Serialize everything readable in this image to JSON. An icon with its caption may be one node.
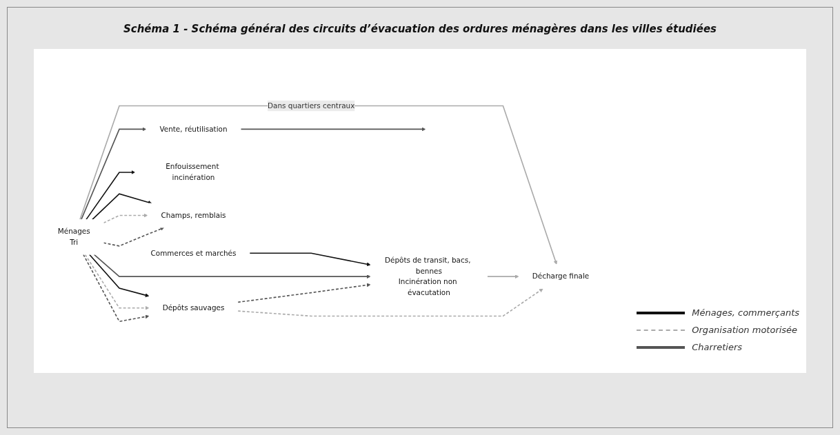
{
  "diagram": {
    "title": "Schéma 1 - Schéma général des circuits d’évacuation des ordures ménagères dans les villes étudiées",
    "nodes": [
      {
        "text": [
          "Commerces et marchés"
        ]
      },
      {
        "text": [
          "Ménages",
          "Tri"
        ]
      },
      {
        "text": [
          "Vente, réutilisation"
        ]
      },
      {
        "text": [
          "Enfouissement incinération"
        ]
      },
      {
        "text": [
          "Dépôts de transit, bacs, bennes",
          "Incinération non évacutation"
        ]
      },
      {
        "text": [
          "Champs, remblais"
        ]
      },
      {
        "text": [
          "Dépôts sauvages"
        ]
      },
      {
        "text": [
          "Décharge finale"
        ]
      }
    ],
    "edges": [
      {
        "from": 0,
        "to": 4,
        "arrow": "to",
        "color": "#111111"
      },
      {
        "from": 1,
        "to": 2,
        "arrow": "to",
        "color": "#555555"
      },
      {
        "from": 2,
        "to": null,
        "arrow": "to",
        "color": "#555555"
      },
      {
        "from": 1,
        "to": 4,
        "arrow": "to",
        "color": "#555555"
      },
      {
        "from": 1,
        "to": 7,
        "arrow": "to",
        "label": "Dans quartiers centraux",
        "color": "#aaaaaa"
      },
      {
        "from": 1,
        "to": 3,
        "arrow": "to",
        "color": "#111111"
      },
      {
        "from": 1,
        "to": 5,
        "arrow": "to",
        "color": "#111111"
      },
      {
        "from": 1,
        "to": 5,
        "arrow": "to",
        "style": "dashed",
        "color": "#aaaaaa"
      },
      {
        "from": 1,
        "to": 5,
        "arrow": "to",
        "style": "dashed",
        "color": "#555555"
      },
      {
        "from": 1,
        "to": 6,
        "arrow": "to",
        "color": "#111111"
      },
      {
        "from": 1,
        "to": 6,
        "arrow": "to",
        "style": "dashed",
        "color": "#aaaaaa"
      },
      {
        "from": 1,
        "to": 6,
        "arrow": "to",
        "style": "dashed",
        "color": "#555555"
      },
      {
        "from": 6,
        "to": 4,
        "arrow": "to",
        "style": "dashed",
        "color": "#555555"
      },
      {
        "from": 4,
        "to": 7,
        "arrow": "to",
        "color": "#aaaaaa"
      },
      {
        "from": 6,
        "to": 7,
        "arrow": "to",
        "style": "dashed",
        "color": "#aaaaaa"
      }
    ],
    "legend": [
      {
        "text": "Ménages, commerçants"
      },
      {
        "text": "Organisation motorisée"
      },
      {
        "text": "Charretiers"
      }
    ]
  }
}
